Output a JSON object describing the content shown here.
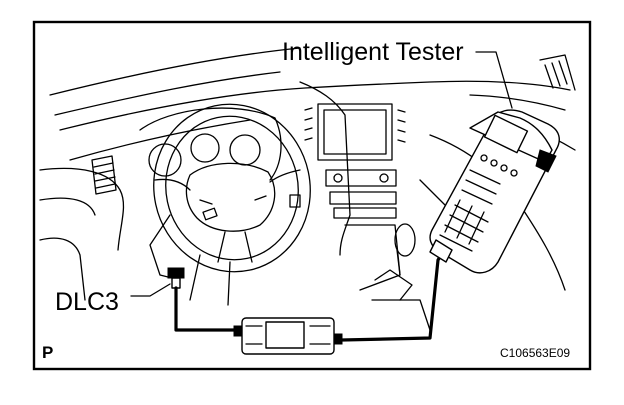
{
  "labels": {
    "tester": "Intelligent Tester",
    "connector": "DLC3",
    "page_letter": "P",
    "figure_code": "C106563E09"
  }
}
